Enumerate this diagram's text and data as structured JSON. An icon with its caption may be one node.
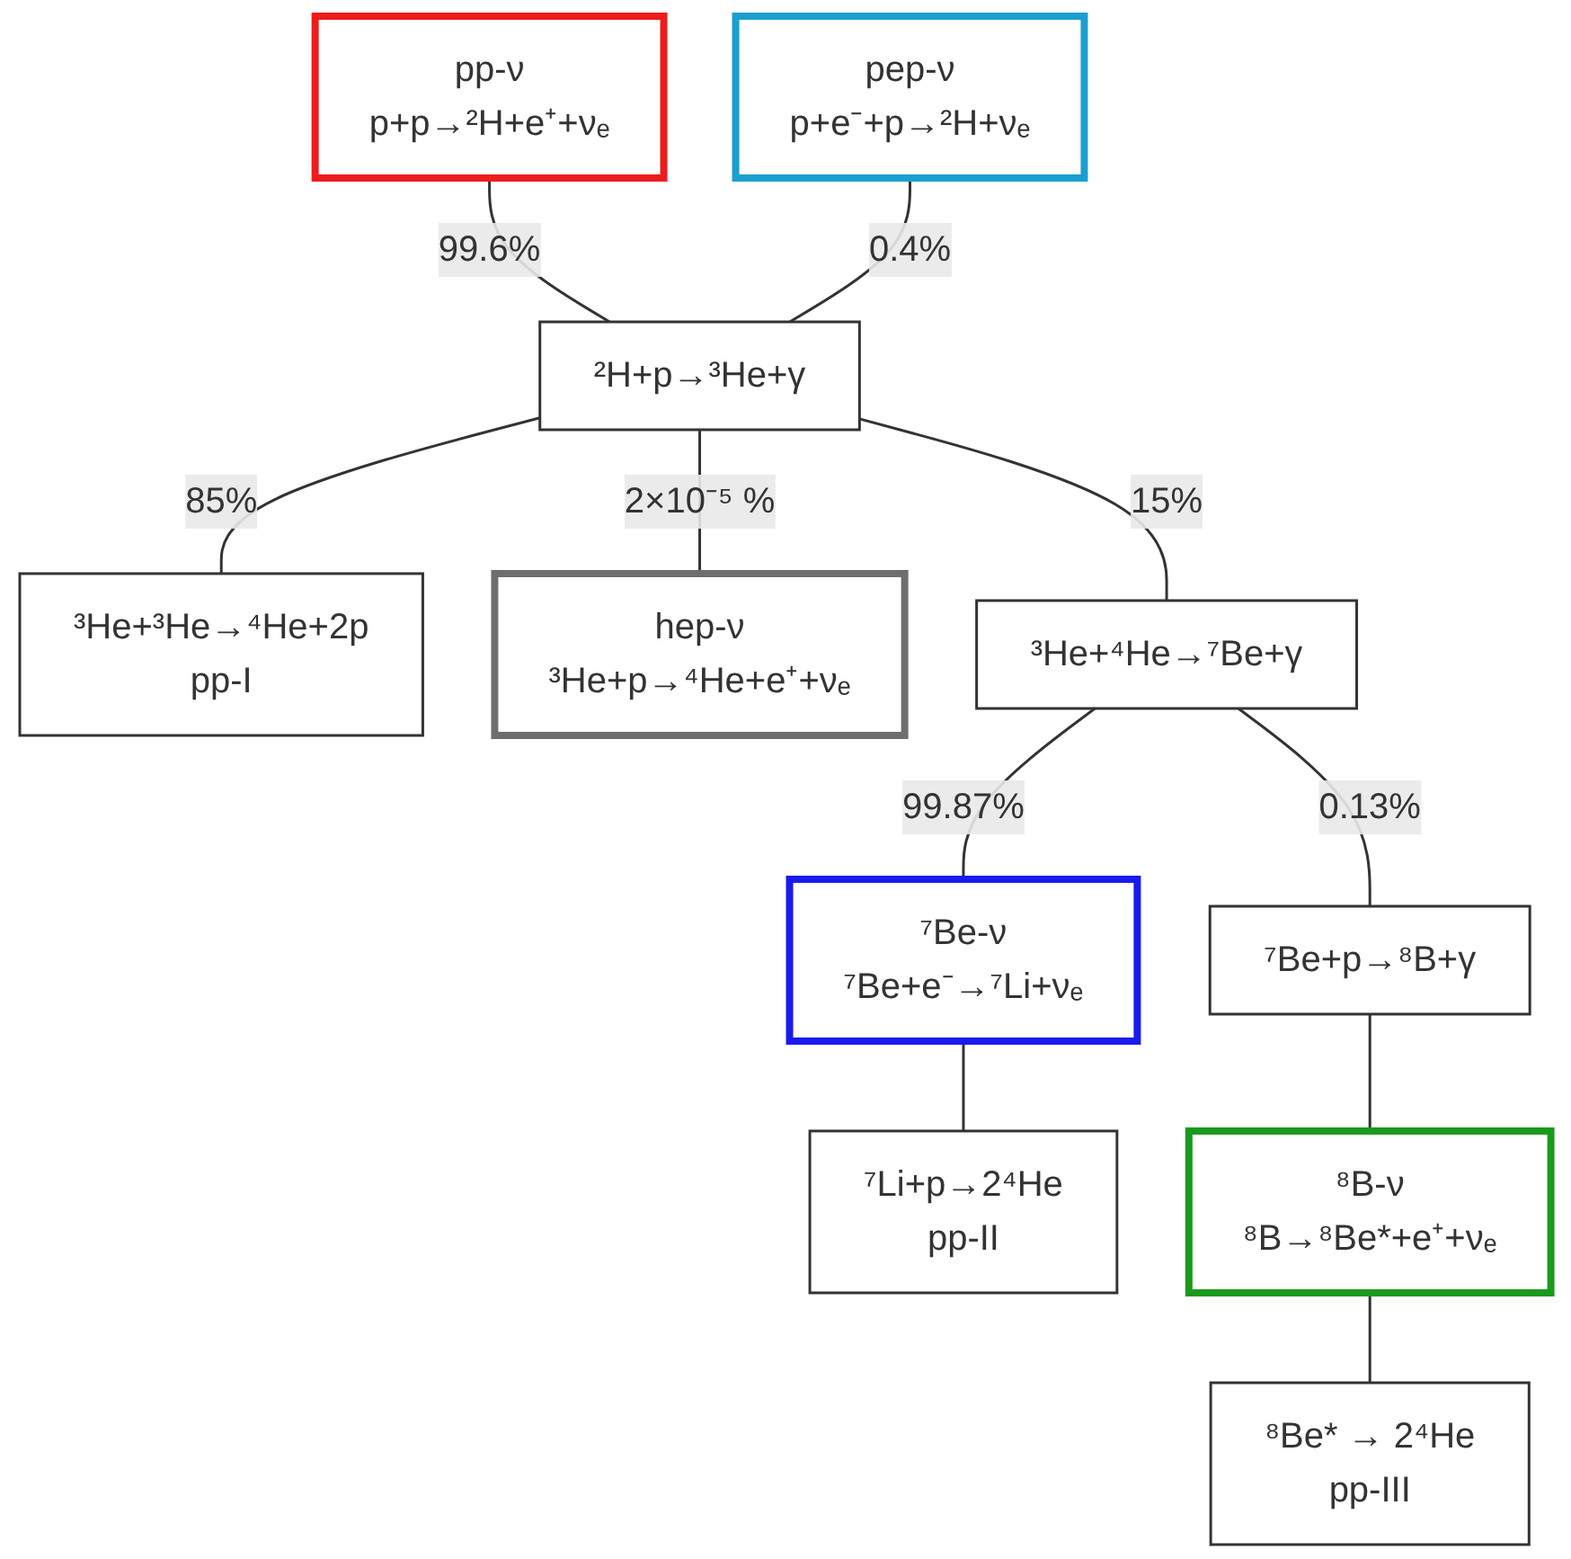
{
  "diagram": {
    "nodes": [
      {
        "text": [
          "pp-ν",
          "p+p→²H+e⁺+νₑ"
        ]
      },
      {
        "text": [
          "pep-ν",
          "p+e⁻+p→²H+νₑ"
        ]
      },
      {
        "text": [
          "²H+p→³He+γ"
        ]
      },
      {
        "text": [
          "³He+³He→⁴He+2p",
          "pp-I"
        ]
      },
      {
        "text": [
          "hep-ν",
          "³He+p→⁴He+e⁺+νₑ"
        ]
      },
      {
        "text": [
          "³He+⁴He→⁷Be+γ"
        ]
      },
      {
        "text": [
          "⁷Be-ν",
          "⁷Be+e⁻→⁷Li+νₑ"
        ]
      },
      {
        "text": [
          "⁷Be+p→⁸B+γ"
        ]
      },
      {
        "text": [
          "⁷Li+p→2⁴He",
          "pp-II"
        ]
      },
      {
        "text": [
          "⁸B-ν",
          "⁸B→⁸Be*+e⁺+νₑ"
        ]
      },
      {
        "text": [
          "⁸Be* → 2⁴He",
          "pp-III"
        ]
      }
    ],
    "edges": [
      {
        "from": 0,
        "to": 2,
        "arrow": "none",
        "label": "99.6%"
      },
      {
        "from": 1,
        "to": 2,
        "arrow": "none",
        "label": "0.4%"
      },
      {
        "from": 2,
        "to": 3,
        "arrow": "none",
        "label": "85%"
      },
      {
        "from": 2,
        "to": 4,
        "arrow": "none",
        "label": "2×10⁻⁵ %"
      },
      {
        "from": 2,
        "to": 5,
        "arrow": "none",
        "label": "15%"
      },
      {
        "from": 5,
        "to": 6,
        "arrow": "none",
        "label": "99.87%"
      },
      {
        "from": 5,
        "to": 7,
        "arrow": "none",
        "label": "0.13%"
      },
      {
        "from": 6,
        "to": 8,
        "arrow": "none"
      },
      {
        "from": 7,
        "to": 9,
        "arrow": "none"
      },
      {
        "from": 9,
        "to": 10,
        "arrow": "none"
      }
    ]
  }
}
